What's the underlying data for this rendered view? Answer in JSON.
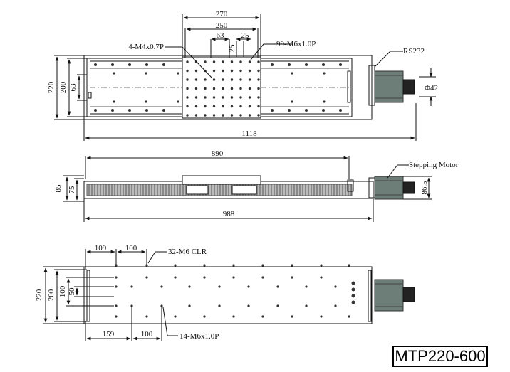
{
  "model": "MTP220-600",
  "top_view": {
    "dims": {
      "d270": "270",
      "d250": "250",
      "d63": "63",
      "d25a": "25",
      "d25b": "25",
      "d220": "220",
      "d200": "200",
      "d63v": "63",
      "d1118": "1118",
      "d42": "Φ42"
    },
    "labels": {
      "m4": "4-M4x0.7P",
      "m6": "99-M6x1.0P",
      "rs232": "RS232"
    }
  },
  "side_view": {
    "dims": {
      "d890": "890",
      "d85": "85",
      "d75": "75",
      "d865": "86.5",
      "d988": "988"
    },
    "labels": {
      "motor": "Stepping Motor"
    }
  },
  "bottom_view": {
    "dims": {
      "d109": "109",
      "d100a": "100",
      "d220": "220",
      "d200": "200",
      "d100v": "100",
      "d50": "50",
      "d159": "159",
      "d100b": "100"
    },
    "labels": {
      "clr": "32-M6 CLR",
      "m6": "14-M6x1.0P"
    }
  }
}
